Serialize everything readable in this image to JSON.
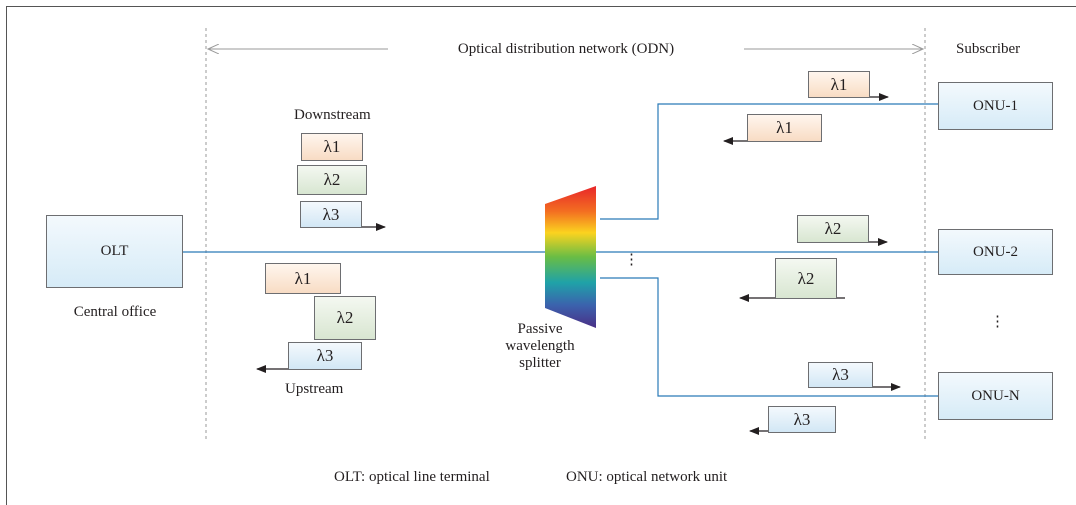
{
  "odn_label": "Optical distribution network (ODN)",
  "subscriber_label": "Subscriber",
  "olt": {
    "label": "OLT",
    "caption": "Central office"
  },
  "onus": [
    "ONU-1",
    "ONU-2",
    "ONU-N"
  ],
  "downstream_label": "Downstream",
  "upstream_label": "Upstream",
  "splitter_label": [
    "Passive",
    "wavelength",
    "splitter"
  ],
  "wavelengths": {
    "l1": "λ1",
    "l2": "λ2",
    "l3": "λ3"
  },
  "vertical_ellipsis": "⋮",
  "footer": {
    "olt_def": "OLT: optical line terminal",
    "onu_def": "ONU: optical network unit"
  },
  "colors": {
    "fiber": "#2a7ab8",
    "lambda1": "#f8dcc4",
    "lambda2": "#d8e6d1",
    "lambda3": "#d2e7f5",
    "node_fill": "#d6ebf7"
  }
}
